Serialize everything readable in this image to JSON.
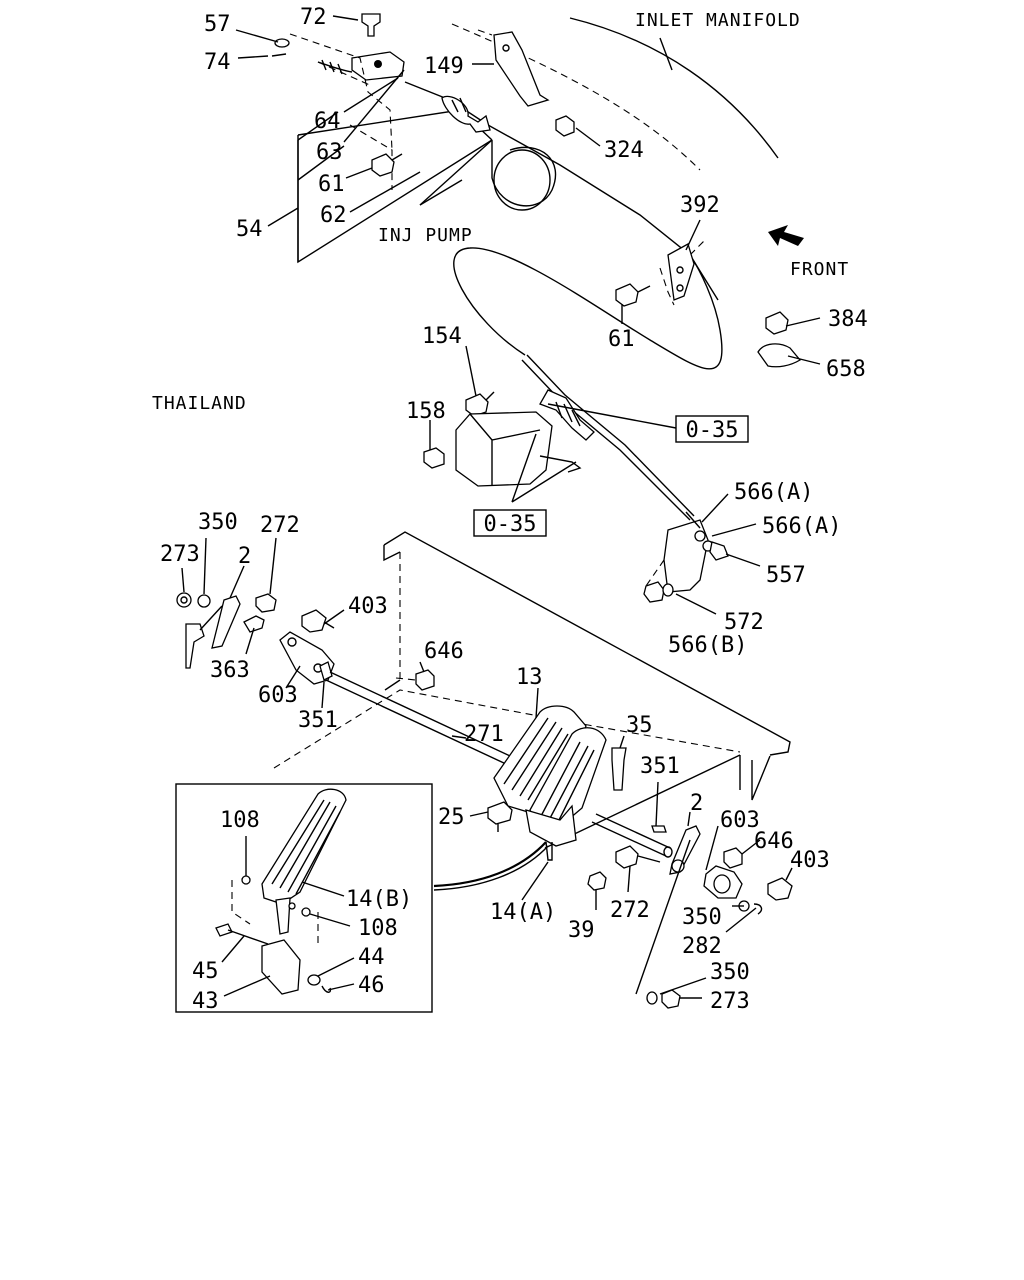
{
  "annotations": {
    "inlet_manifold": "INLET MANIFOLD",
    "inj_pump": "INJ PUMP",
    "front": "FRONT",
    "thailand": "THAILAND"
  },
  "references": {
    "ref_upper": "0-35",
    "ref_lower": "0-35"
  },
  "parts": {
    "p57": "57",
    "p72": "72",
    "p74": "74",
    "p149": "149",
    "p64": "64",
    "p63": "63",
    "p324": "324",
    "p61a": "61",
    "p62": "62",
    "p54": "54",
    "p392": "392",
    "p61b": "61",
    "p384": "384",
    "p658": "658",
    "p154": "154",
    "p158": "158",
    "p566a1": "566(A)",
    "p566a2": "566(A)",
    "p557": "557",
    "p572": "572",
    "p566b": "566(B)",
    "p350a": "350",
    "p272a": "272",
    "p273a": "273",
    "p2a": "2",
    "p403a": "403",
    "p363": "363",
    "p603a": "603",
    "p646a": "646",
    "p351a": "351",
    "p13": "13",
    "p271": "271",
    "p35": "35",
    "p351b": "351",
    "p25": "25",
    "p2b": "2",
    "p603b": "603",
    "p646b": "646",
    "p403b": "403",
    "p14a": "14(A)",
    "p39": "39",
    "p272b": "272",
    "p350b": "350",
    "p282": "282",
    "p350c": "350",
    "p273b": "273",
    "p108a": "108",
    "p14b": "14(B)",
    "p108b": "108",
    "p45": "45",
    "p44": "44",
    "p43": "43",
    "p46": "46"
  }
}
